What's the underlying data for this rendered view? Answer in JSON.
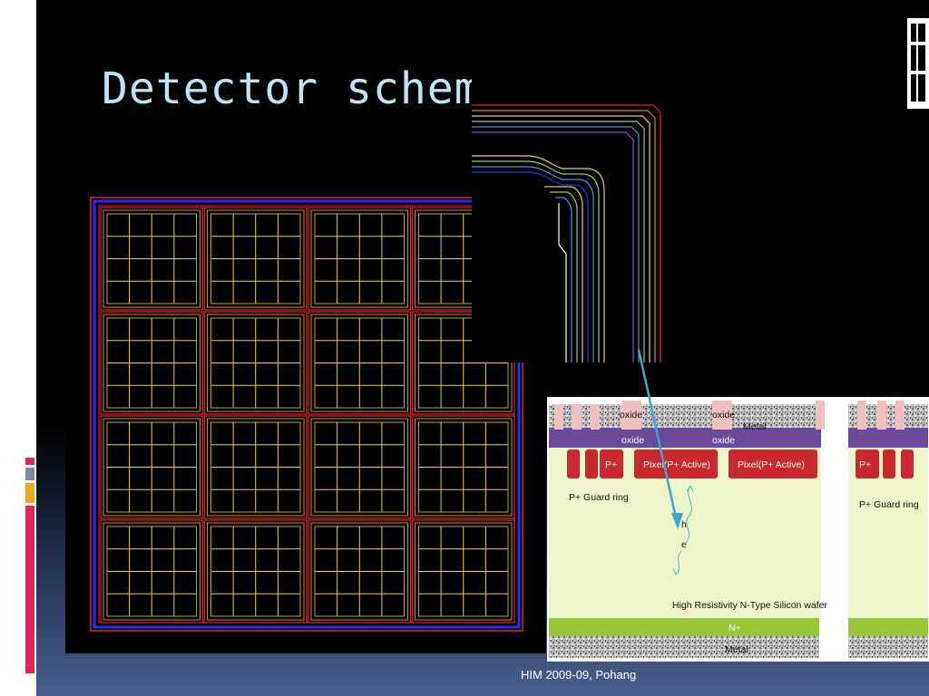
{
  "slide": {
    "title": "Detector schem",
    "footer": "HIM 2009-09, Pohang"
  },
  "cross_section": {
    "labels": {
      "oxide_top_1": "oxide",
      "oxide_top_2": "oxide",
      "metal_top": "Metal",
      "oxide_mid_1": "oxide",
      "oxide_mid_2": "oxide",
      "p_plus_left": "P+",
      "pixel_1": "Pixel(P+ Active)",
      "pixel_2": "Pixel(P+ Active)",
      "p_plus_right": "P+",
      "guard_ring_left": "P+ Guard ring",
      "guard_ring_right": "P+ Guard ring",
      "hole": "h",
      "electron": "e",
      "wafer": "High Resistivity N-Type Silicon wafer",
      "n_plus": "N+",
      "metal_bottom": "Metal"
    }
  },
  "colors": {
    "title": "#bfe4f5",
    "grid_outer_blue": "#2a2aff",
    "grid_red": "#e0242a",
    "grid_yellow": "#e8d24a",
    "grid_orange": "#d9862a",
    "silicon": "#ecf5c9",
    "n_plus": "#9ac43a",
    "p_plus": "#c8282e",
    "oxide": "#6a4a9a",
    "arrow": "#3fa7c9"
  }
}
